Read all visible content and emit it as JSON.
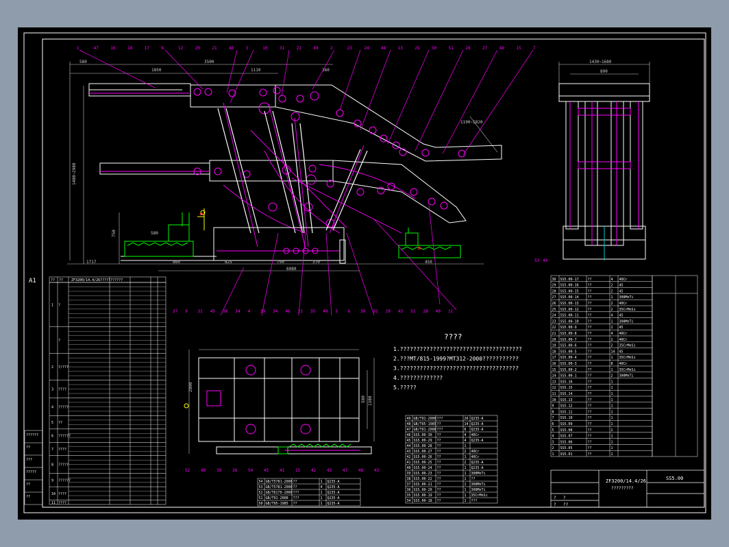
{
  "drawing": {
    "sheet_size": "A1",
    "model_number": "ZF3200/14.4/26",
    "drawing_number": "SS5.00",
    "notes_title": "????",
    "notes": [
      "1.?????????????????????????????????????",
      "2.???MT/815-1999?MT312-2000???????????",
      "3.????????????????????????????????????",
      "4.?????????????",
      "5.?????"
    ]
  },
  "dimensions": {
    "front": [
      "1850",
      "1110",
      "3500",
      "360",
      "580",
      "1190~1820",
      "1480~2980",
      "750",
      "1717",
      "869",
      "825",
      "750",
      "370",
      "6080",
      "450",
      "580"
    ],
    "side": [
      "1430~1680",
      "890"
    ],
    "plan": [
      "2800",
      "1380",
      "580"
    ]
  },
  "balloons": {
    "top": [
      "1",
      "47",
      "16",
      "18",
      "17",
      "8",
      "12",
      "20",
      "21",
      "46",
      "3",
      "10",
      "31",
      "22",
      "49",
      "2",
      "23",
      "24",
      "48",
      "13",
      "25",
      "50",
      "51",
      "26",
      "27",
      "48",
      "15",
      "7"
    ],
    "middle": [
      "37",
      "9",
      "31",
      "45",
      "38",
      "14",
      "4",
      "33",
      "34",
      "46",
      "21",
      "35",
      "49",
      "5",
      "6",
      "30",
      "32",
      "29",
      "43",
      "51",
      "28",
      "49",
      "11"
    ],
    "bottom": [
      "52",
      "40",
      "39",
      "36",
      "54",
      "45",
      "41",
      "15",
      "42",
      "43",
      "47",
      "48",
      "43"
    ],
    "side": [
      "53",
      "44"
    ]
  },
  "parts_list_right": {
    "rows": [
      {
        "no": "30",
        "code": "SS5.00-17",
        "name": "??",
        "qty": "4",
        "mat": "40Cr"
      },
      {
        "no": "29",
        "code": "SS5.00-16",
        "name": "??",
        "qty": "2",
        "mat": "45"
      },
      {
        "no": "28",
        "code": "SS5.00-15",
        "name": "??",
        "qty": "2",
        "mat": "45"
      },
      {
        "no": "27",
        "code": "SS5.00-14",
        "name": "??",
        "qty": "1",
        "mat": "300MnTi"
      },
      {
        "no": "26",
        "code": "SS5.00-13",
        "name": "??",
        "qty": "2",
        "mat": "40Cr"
      },
      {
        "no": "25",
        "code": "SS5.00-12",
        "name": "??",
        "qty": "2",
        "mat": "35CrMnSi"
      },
      {
        "no": "24",
        "code": "SS5.00-11",
        "name": "??",
        "qty": "4",
        "mat": "45"
      },
      {
        "no": "23",
        "code": "SS5.00-10",
        "name": "??",
        "qty": "1",
        "mat": "300MnTi"
      },
      {
        "no": "22",
        "code": "SS5.00-9",
        "name": "??",
        "qty": "2",
        "mat": "45"
      },
      {
        "no": "21",
        "code": "SS5.00-8",
        "name": "??",
        "qty": "4",
        "mat": "40Cr"
      },
      {
        "no": "20",
        "code": "SS5.00-7",
        "name": "??",
        "qty": "2",
        "mat": "40Cr"
      },
      {
        "no": "19",
        "code": "SS5.00-6",
        "name": "??",
        "qty": "2",
        "mat": "35CrMnSi"
      },
      {
        "no": "18",
        "code": "SS5.00-5",
        "name": "??",
        "qty": "14",
        "mat": "45"
      },
      {
        "no": "17",
        "code": "SS5.00-4",
        "name": "??",
        "qty": "1",
        "mat": "35CrMnSi"
      },
      {
        "no": "16",
        "code": "SS5.00-3",
        "name": "??",
        "qty": "8",
        "mat": "40Cr"
      },
      {
        "no": "15",
        "code": "SS5.00-2",
        "name": "??",
        "qty": "1",
        "mat": "35CrMnSi"
      },
      {
        "no": "14",
        "code": "SS5.00-1",
        "name": "??",
        "qty": "2",
        "mat": "300MnTi"
      },
      {
        "no": "13",
        "code": "SS5.16",
        "name": "??",
        "qty": "1",
        "mat": ""
      },
      {
        "no": "12",
        "code": "SS5.15",
        "name": "??",
        "qty": "1",
        "mat": ""
      },
      {
        "no": "11",
        "code": "SS5.14",
        "name": "??",
        "qty": "1",
        "mat": ""
      },
      {
        "no": "10",
        "code": "SS5.13",
        "name": "??",
        "qty": "1",
        "mat": ""
      },
      {
        "no": "9",
        "code": "SS5.12",
        "name": "??",
        "qty": "1",
        "mat": ""
      },
      {
        "no": "8",
        "code": "SS5.11",
        "name": "??",
        "qty": "1",
        "mat": ""
      },
      {
        "no": "7",
        "code": "SS5.10",
        "name": "??",
        "qty": "1",
        "mat": ""
      },
      {
        "no": "6",
        "code": "SS5.09",
        "name": "??",
        "qty": "1",
        "mat": ""
      },
      {
        "no": "5",
        "code": "SS5.08",
        "name": "??",
        "qty": "2",
        "mat": ""
      },
      {
        "no": "4",
        "code": "SS5.07",
        "name": "??",
        "qty": "1",
        "mat": ""
      },
      {
        "no": "3",
        "code": "SS5.06",
        "name": "??",
        "qty": "1",
        "mat": ""
      },
      {
        "no": "2",
        "code": "SS5.05",
        "name": "??",
        "qty": "1",
        "mat": ""
      },
      {
        "no": "1",
        "code": "SS5.01",
        "name": "??",
        "qty": "1",
        "mat": ""
      }
    ]
  },
  "parts_list_mid": {
    "rows": [
      {
        "no": "49",
        "code": "GB/T91-2000",
        "name": "???",
        "qty": "26",
        "mat": "Q235-A"
      },
      {
        "no": "48",
        "code": "GB/T95-1985",
        "name": "??",
        "qty": "14",
        "mat": "Q235-A"
      },
      {
        "no": "47",
        "code": "GB/T91-2000",
        "name": "???",
        "qty": "6",
        "mat": "Q235-A"
      },
      {
        "no": "46",
        "code": "SS5.00-30",
        "name": "??",
        "qty": "4",
        "mat": "40Cr"
      },
      {
        "no": "45",
        "code": "SS5.00-29",
        "name": "??",
        "qty": "4",
        "mat": "Q235-A"
      },
      {
        "no": "44",
        "code": "SS5.00-28",
        "name": "??",
        "qty": "1",
        "mat": ""
      },
      {
        "no": "43",
        "code": "SS5.00-27",
        "name": "??",
        "qty": "2",
        "mat": "40Cr"
      },
      {
        "no": "42",
        "code": "SS5.00-26",
        "name": "??",
        "qty": "1",
        "mat": "40Cr"
      },
      {
        "no": "41",
        "code": "SS5.00-25",
        "name": "??",
        "qty": "2",
        "mat": "Q235-A"
      },
      {
        "no": "40",
        "code": "SS5.00-24",
        "name": "??",
        "qty": "1",
        "mat": "Q235-A"
      },
      {
        "no": "39",
        "code": "SS5.00-23",
        "name": "??",
        "qty": "1",
        "mat": "300MnTi"
      },
      {
        "no": "38",
        "code": "SS5.00-22",
        "name": "??",
        "qty": "1",
        "mat": "??"
      },
      {
        "no": "37",
        "code": "SS5.00-21",
        "name": "??",
        "qty": "1",
        "mat": "300MnTi"
      },
      {
        "no": "36",
        "code": "SS5.00-20",
        "name": "??",
        "qty": "1",
        "mat": "300MnTi"
      },
      {
        "no": "35",
        "code": "SS5.00-19",
        "name": "??",
        "qty": "1",
        "mat": "35CrMnSi"
      },
      {
        "no": "34",
        "code": "SS5.00-18",
        "name": "??",
        "qty": "1",
        "mat": "???"
      }
    ]
  },
  "parts_list_bottom": {
    "rows": [
      {
        "no": "54",
        "code": "GB/T5781-2000",
        "name": "??",
        "qty": "1",
        "mat": "Q235-A"
      },
      {
        "no": "53",
        "code": "GB/T5781-2000",
        "name": "??",
        "qty": "4",
        "mat": "Q235-A"
      },
      {
        "no": "52",
        "code": "GB/T6170-2000",
        "name": "???",
        "qty": "1",
        "mat": "Q235-A"
      },
      {
        "no": "51",
        "code": "GB/T91-2000",
        "name": "???",
        "qty": "1",
        "mat": "Q235-A"
      },
      {
        "no": "50",
        "code": "GB/T95-1985",
        "name": "??",
        "qty": "1",
        "mat": "Q235-A"
      }
    ]
  },
  "spec_table": {
    "header": [
      "??",
      "??",
      "ZF3200/14.4/26???????????"
    ],
    "groups": [
      {
        "no": "1",
        "name": "?",
        "rows": 10
      },
      {
        "no": "",
        "name": "?",
        "rows": 6
      },
      {
        "no": "2",
        "name": "?/???",
        "rows": 6
      },
      {
        "no": "3",
        "name": "????",
        "rows": 4
      },
      {
        "no": "4",
        "name": "?????",
        "rows": 4
      },
      {
        "no": "5",
        "name": "??",
        "rows": 3
      },
      {
        "no": "6",
        "name": "??????",
        "rows": 3
      },
      {
        "no": "7",
        "name": "????",
        "rows": 3
      },
      {
        "no": "8",
        "name": "?????",
        "rows": 4
      },
      {
        "no": "9",
        "name": "??????",
        "rows": 3
      },
      {
        "no": "10",
        "name": "????",
        "rows": 3
      },
      {
        "no": "11",
        "name": "????",
        "rows": 1
      }
    ]
  },
  "side_block": [
    "??????",
    "??",
    "???",
    "?????",
    "??",
    "??"
  ],
  "title_block": {
    "model": "ZF3200/14.4/26",
    "sub": "?????????",
    "code": "SS5.00",
    "cells": [
      "?",
      "?",
      "?",
      "??"
    ]
  },
  "colors": {
    "background": "#000000",
    "frame": "#ffffff",
    "part": "#ffffff",
    "accent": "#ff00ff",
    "green": "#00ff00",
    "yellow": "#ffff00",
    "cyan": "#00c8c8",
    "red": "#ff3030",
    "app_bg": "#8e9cab"
  }
}
